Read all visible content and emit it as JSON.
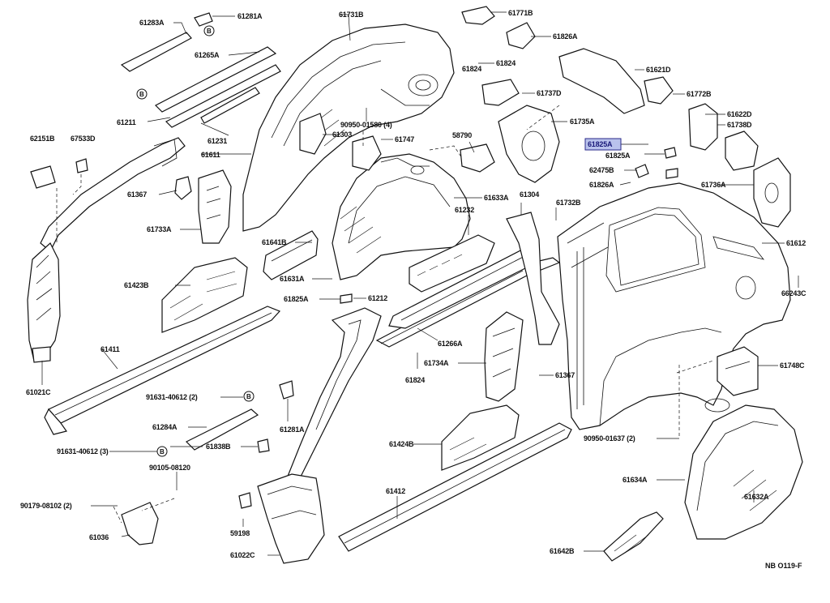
{
  "diagram_code": "NB O119-F",
  "highlighted_part": "61825A",
  "labels": [
    "61283A",
    "61281A",
    "61731B",
    "61771B",
    "61826A",
    "61265A",
    "61824",
    "61621D",
    "61737D",
    "61772B",
    "61824",
    "61622D",
    "61738D",
    "61211",
    "90950-01580 (4)",
    "61735A",
    "61231",
    "61303",
    "61747",
    "62151B",
    "67533D",
    "61611",
    "58790",
    "61825A",
    "61825A",
    "62475B",
    "61826A",
    "61736A",
    "61367",
    "61633A",
    "61304",
    "61732B",
    "61733A",
    "61232",
    "61641B",
    "61612",
    "61631A",
    "66243C",
    "61423B",
    "61825A",
    "61212",
    "61266A",
    "61411",
    "61734A",
    "61367",
    "61748C",
    "61021C",
    "61824",
    "91631-40612 (2)",
    "61281A",
    "61284A",
    "61424B",
    "90950-01637 (2)",
    "91631-40612 (3)",
    "61838B",
    "90105-08120",
    "61412",
    "61634A",
    "61632A",
    "90179-08102 (2)",
    "61036",
    "59198",
    "61022C",
    "61642B"
  ],
  "markers": [
    "B",
    "B",
    "B",
    "B"
  ]
}
